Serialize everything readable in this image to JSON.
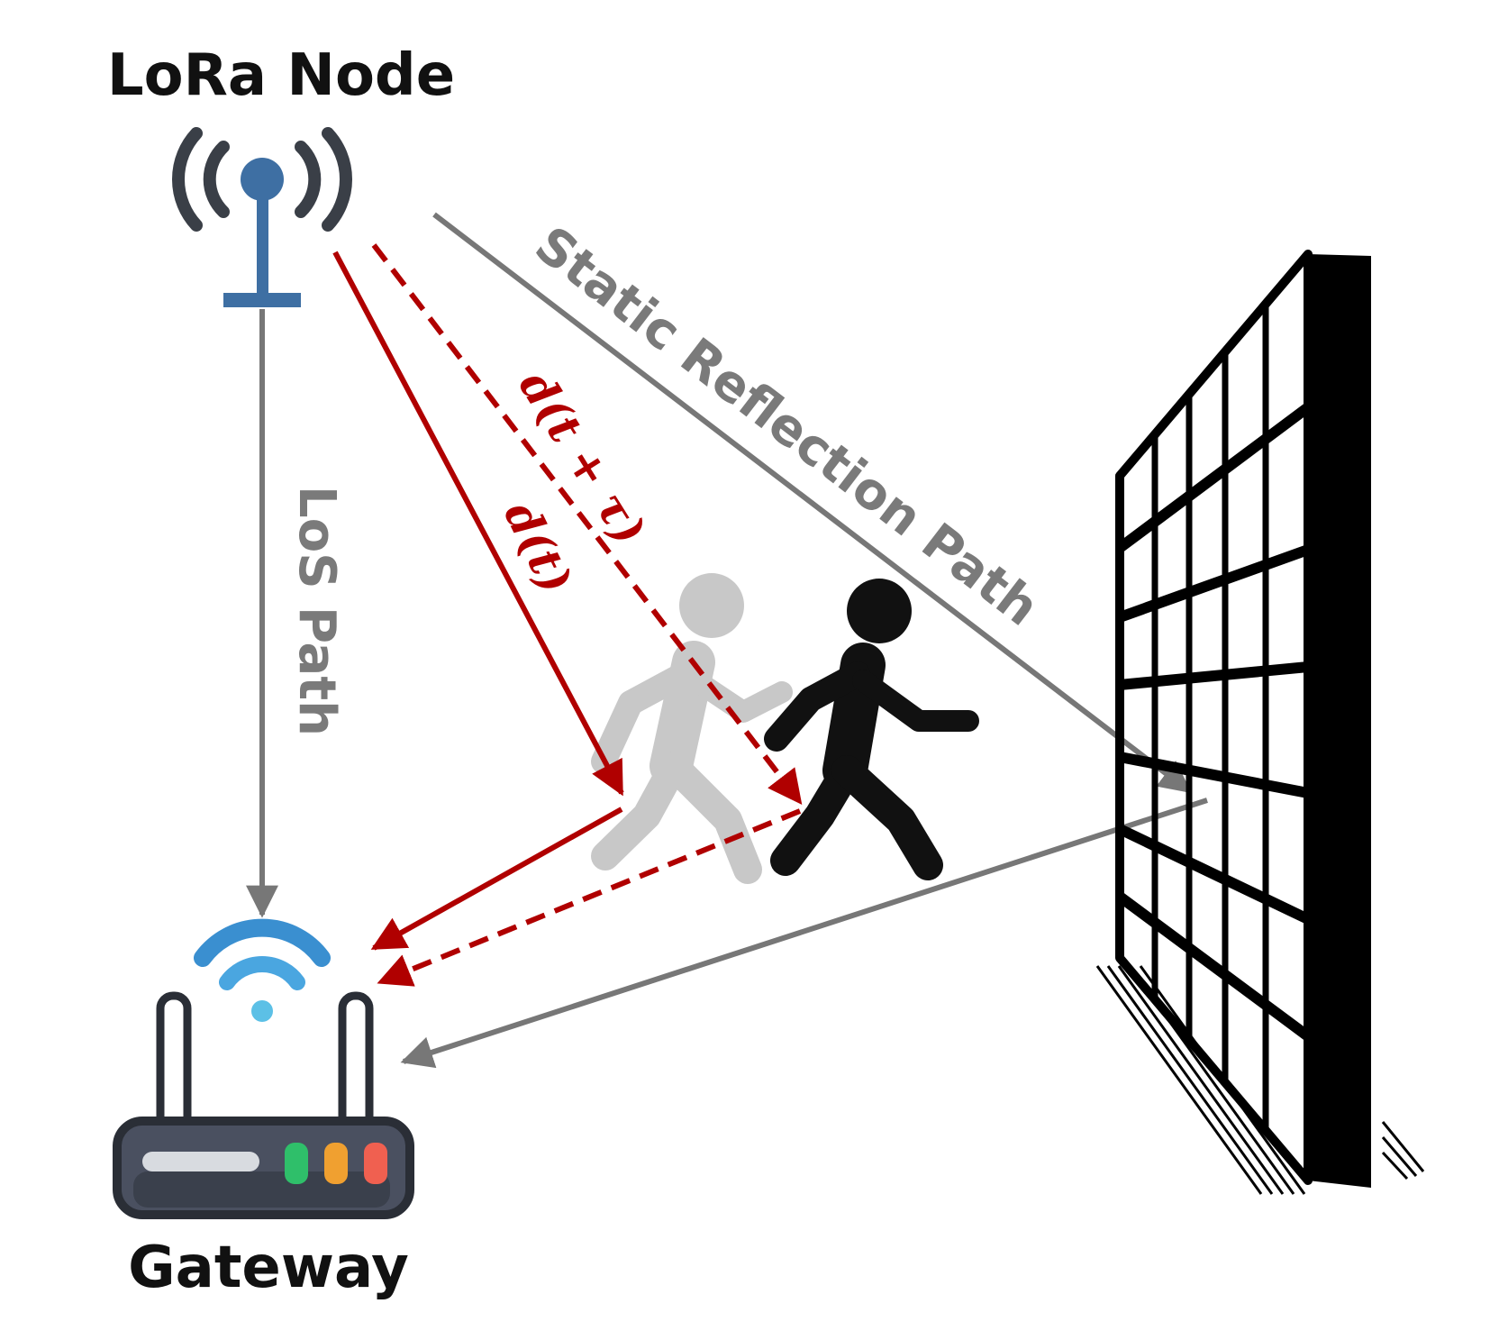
{
  "labels": {
    "lora_node": "LoRa Node",
    "gateway": "Gateway",
    "los_path": "LoS Path",
    "static_reflection_path": "Static Reflection Path",
    "dynamic_path_t": "d(t)",
    "dynamic_path_t_tau": "d(t + τ)"
  },
  "colors": {
    "dynamic_path": "#b00000",
    "static_path": "#777777",
    "antenna": "#3e6fa3",
    "signal_arcs": "#3a3f47",
    "wifi_outer": "#3a8fd0",
    "wifi_mid": "#4aa6e0",
    "wifi_dot": "#5cc0e6",
    "router_body": "#4a5060",
    "router_outline": "#2a2e36",
    "led_green": "#2fbf6a",
    "led_orange": "#f0a030",
    "led_red": "#f06050",
    "person_moving": "#111111",
    "person_previous": "#c8c8c8",
    "wall": "#000000"
  },
  "icons": {
    "node": "antenna-icon",
    "gateway": "router-icon",
    "wifi": "wifi-icon",
    "person_current": "walking-person-icon",
    "person_previous": "walking-person-ghost-icon",
    "reflector": "wall-icon"
  }
}
